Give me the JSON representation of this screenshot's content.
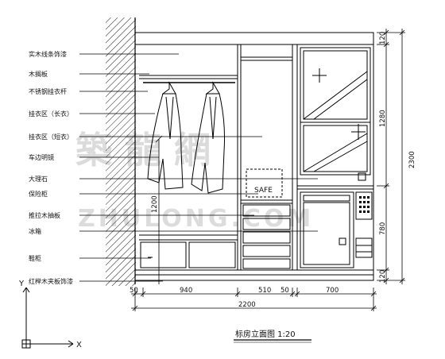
{
  "labels": [
    "实木线条饰漆",
    "木搁板",
    "不锈钢挂衣杆",
    "挂衣区（长衣）",
    "挂衣区（短衣）",
    "车边明镜",
    "大理石",
    "保险柜",
    "推拉木抽板",
    "冰箱",
    "鞋柜",
    "红榉木夹板饰漆"
  ],
  "safe_text": "SAFE",
  "dims_bottom": [
    "50",
    "940",
    "510",
    "50",
    "700"
  ],
  "dim_total": "2200",
  "dims_right": [
    "120",
    "1280",
    "780",
    "120"
  ],
  "dim_right_total": "2300",
  "dim_inner_vertical": "1200",
  "title": "标房立面图 1:20",
  "axis": {
    "x": "X",
    "y": "Y"
  },
  "watermark": {
    "cn": "築 龍 網",
    "en": "ZHULONG.COM"
  }
}
